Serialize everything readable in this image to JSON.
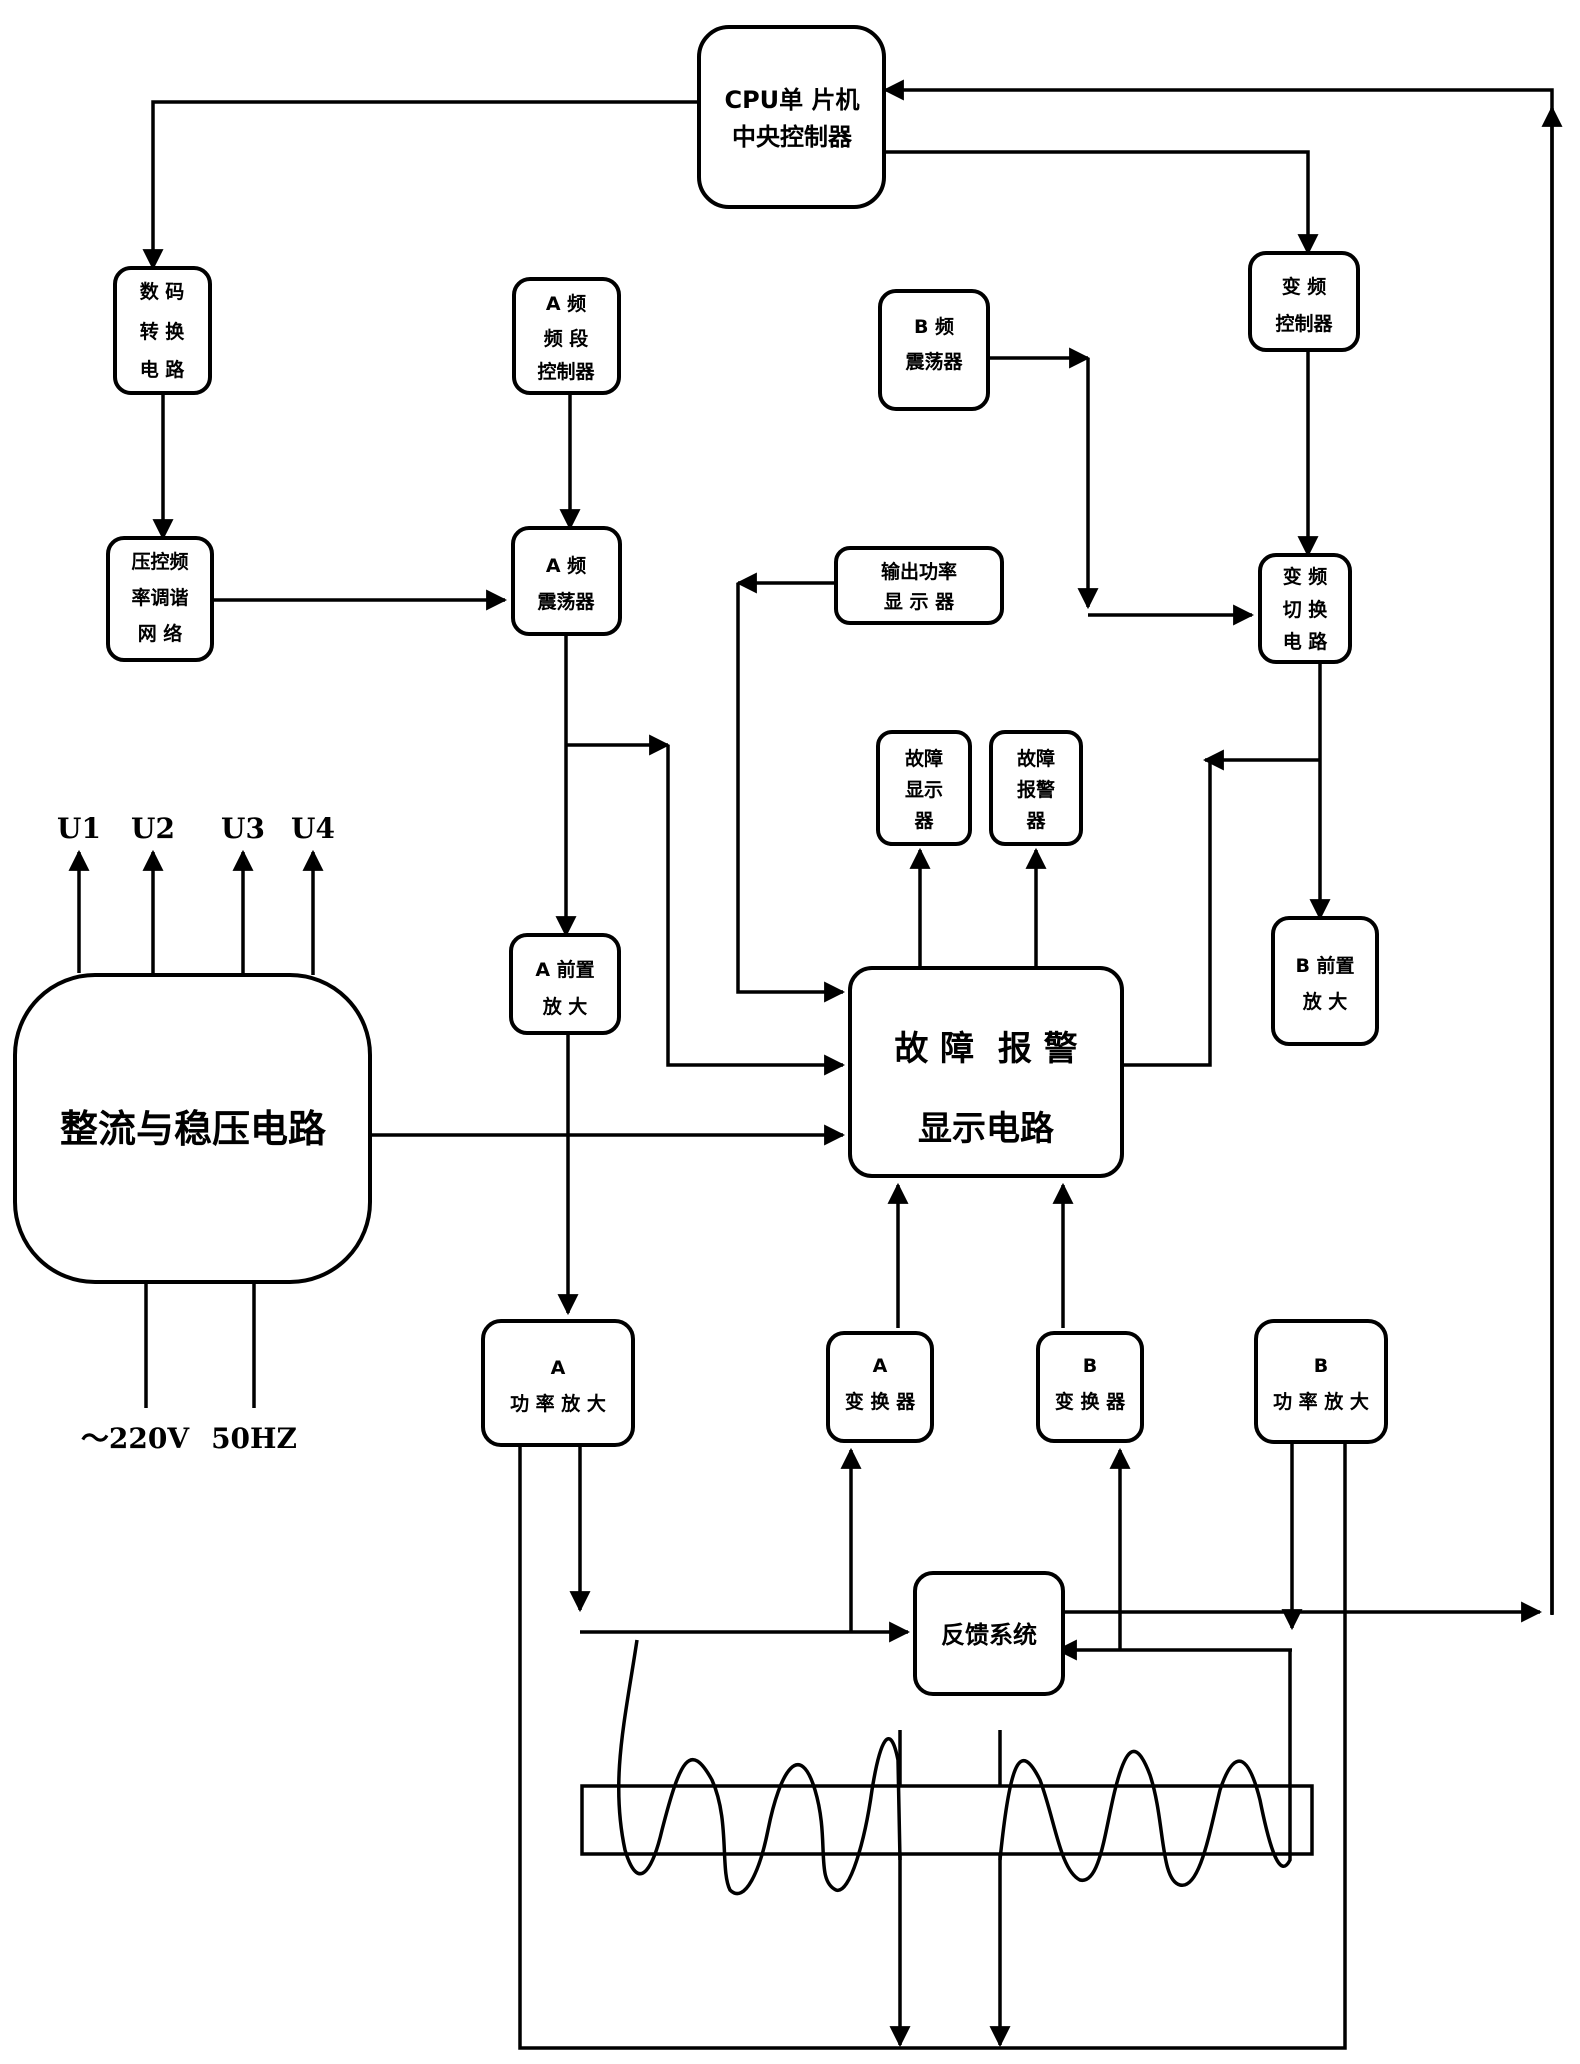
{
  "blocks": {
    "cpu": [
      "CPU单 片机",
      "中央控制器"
    ],
    "digital_convert": [
      "数 码",
      "转 换",
      "电 路"
    ],
    "a_band_ctrl": [
      "A 频",
      "频 段",
      "控制器"
    ],
    "b_osc": [
      "B 频",
      "震荡器"
    ],
    "freq_ctrl": [
      "变 频",
      "控制器"
    ],
    "vco_network": [
      "压控频",
      "率调谐",
      "网 络"
    ],
    "a_osc": [
      "A 频",
      "震荡器"
    ],
    "power_display": [
      "输出功率",
      "显 示 器"
    ],
    "freq_switch": [
      "变 频",
      "切 换",
      "电 路"
    ],
    "fault_display": [
      "故障",
      "显示",
      "器"
    ],
    "fault_alarm": [
      "故障",
      "报警",
      "器"
    ],
    "a_preamp": [
      "A 前置",
      "放 大"
    ],
    "b_preamp": [
      "B 前置",
      "放 大"
    ],
    "fault_circuit": [
      "故 障  报 警",
      "显示电路"
    ],
    "rectifier": "整流与稳压电路",
    "a_power_amp": [
      "A",
      "功 率 放 大"
    ],
    "a_converter": [
      "A",
      "变 换 器"
    ],
    "b_converter": [
      "B",
      "变 换 器"
    ],
    "b_power_amp": [
      "B",
      "功 率 放 大"
    ],
    "feedback": "反馈系统"
  },
  "outputs": [
    "U1",
    "U2",
    "U3",
    "U4"
  ],
  "input_labels": [
    "～220V",
    "50HZ"
  ]
}
